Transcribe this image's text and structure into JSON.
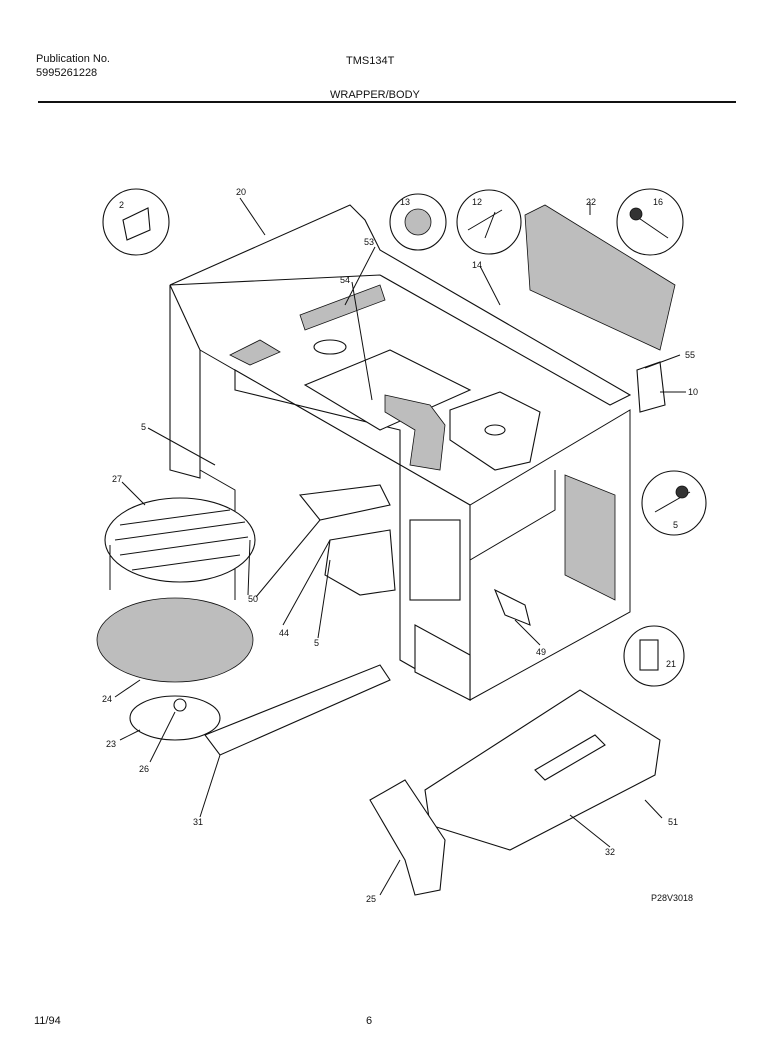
{
  "header": {
    "publication_label": "Publication No.",
    "publication_number": "5995261228",
    "model": "TMS134T",
    "section_title": "WRAPPER/BODY"
  },
  "footer": {
    "date": "11/94",
    "page": "6"
  },
  "diagram": {
    "drawing_number": "P28V3018",
    "callouts": [
      "2",
      "20",
      "13",
      "12",
      "22",
      "16",
      "53",
      "54",
      "14",
      "55",
      "10",
      "5",
      "27",
      "5",
      "50",
      "44",
      "5",
      "49",
      "21",
      "24",
      "23",
      "26",
      "31",
      "25",
      "32",
      "51"
    ]
  }
}
